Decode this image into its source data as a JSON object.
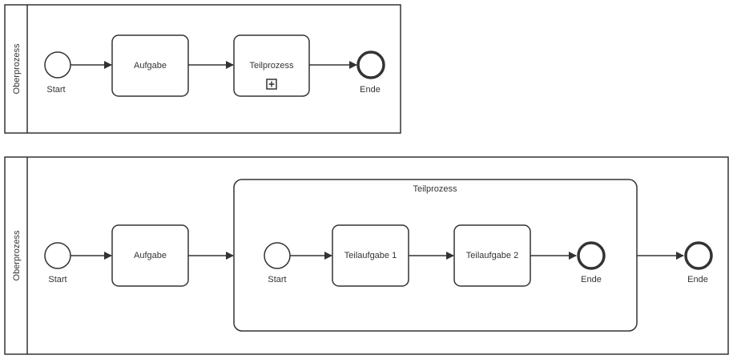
{
  "diagram_top": {
    "lane_label": "Oberprozess",
    "start_label": "Start",
    "task_label": "Aufgabe",
    "subprocess_label": "Teilprozess",
    "end_label": "Ende",
    "subprocess_marker_icon": "plus-square-icon"
  },
  "diagram_bottom": {
    "lane_label": "Oberprozess",
    "start_label": "Start",
    "task_label": "Aufgabe",
    "subprocess_label": "Teilprozess",
    "inner_start_label": "Start",
    "inner_task1_label": "Teilaufgabe 1",
    "inner_task2_label": "Teilaufgabe 2",
    "inner_end_label": "Ende",
    "end_label": "Ende"
  },
  "colors": {
    "stroke": "#333333",
    "background": "#ffffff"
  }
}
